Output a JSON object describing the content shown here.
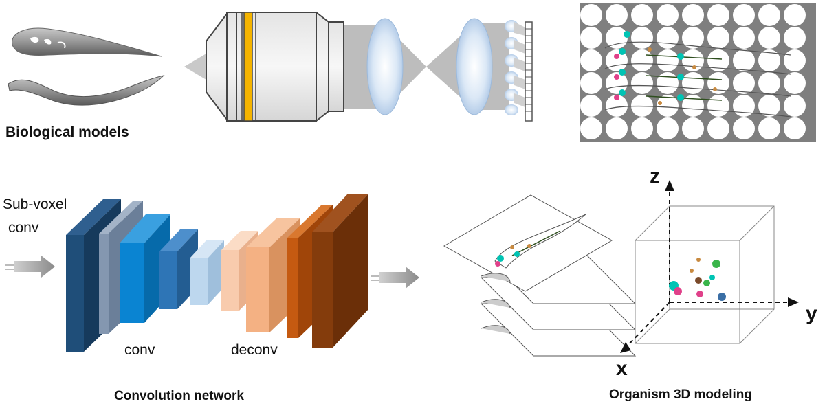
{
  "labels": {
    "biological_models": "Biological models",
    "sub_voxel": "Sub-voxel",
    "sub_voxel_conv": "conv",
    "conv": "conv",
    "deconv": "deconv",
    "convolution_network": "Convolution network",
    "organism_modeling": "Organism 3D modeling"
  },
  "axes": {
    "z": "z",
    "y": "y",
    "x": "x"
  },
  "colors": {
    "encoder_blues": [
      "#1f4e79",
      "#8497b0",
      "#0a84d2",
      "#2e75b6",
      "#bdd7ee"
    ],
    "decoder_oranges": [
      "#f8cbad",
      "#f4b183",
      "#c55a11",
      "#843c0c"
    ],
    "filter_band": "#f5b400",
    "fluorescent_markers": [
      "#00c4b4",
      "#e0418a",
      "#c88a40",
      "#39b54a",
      "#3a6ea5",
      "#7a4a2a"
    ]
  }
}
